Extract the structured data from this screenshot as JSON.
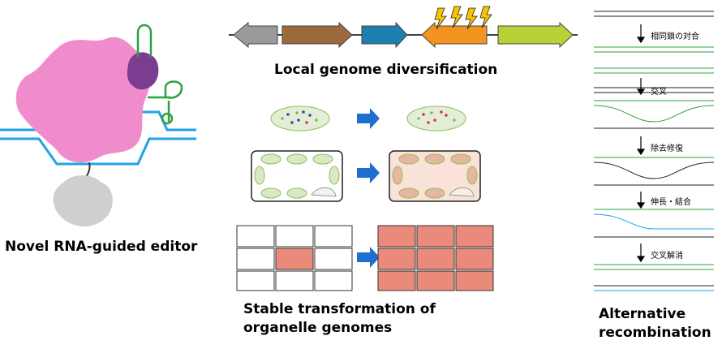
{
  "labels": {
    "editor": "Novel RNA-guided editor",
    "local": "Local genome diversification",
    "stable_line1": "Stable transformation of",
    "stable_line2": "organelle genomes",
    "alt_line1": "Alternative",
    "alt_line2": "recombination"
  },
  "recombination_steps": [
    "相同鎖の対合",
    "交叉",
    "除去修復",
    "伸長・結合",
    "交叉解消"
  ],
  "gene_arrows": [
    {
      "color": "#9a9a9a",
      "direction": "left"
    },
    {
      "color": "#9b6a3c",
      "direction": "right"
    },
    {
      "color": "#1c7fb0",
      "direction": "right"
    },
    {
      "color": "#f39320",
      "direction": "left",
      "mutated": true
    },
    {
      "color": "#b7d136",
      "direction": "right"
    }
  ],
  "colors": {
    "protein_main": "#f08ccb",
    "protein_cap": "#7a3d8f",
    "protein_lower": "#cfcfcf",
    "dna": "#1fa3e8",
    "guide_rna": "#2ea043",
    "transform_arrow": "#1f6fd0",
    "plastid": "#8fbf58",
    "cell_transformed": "#e98a7a"
  }
}
